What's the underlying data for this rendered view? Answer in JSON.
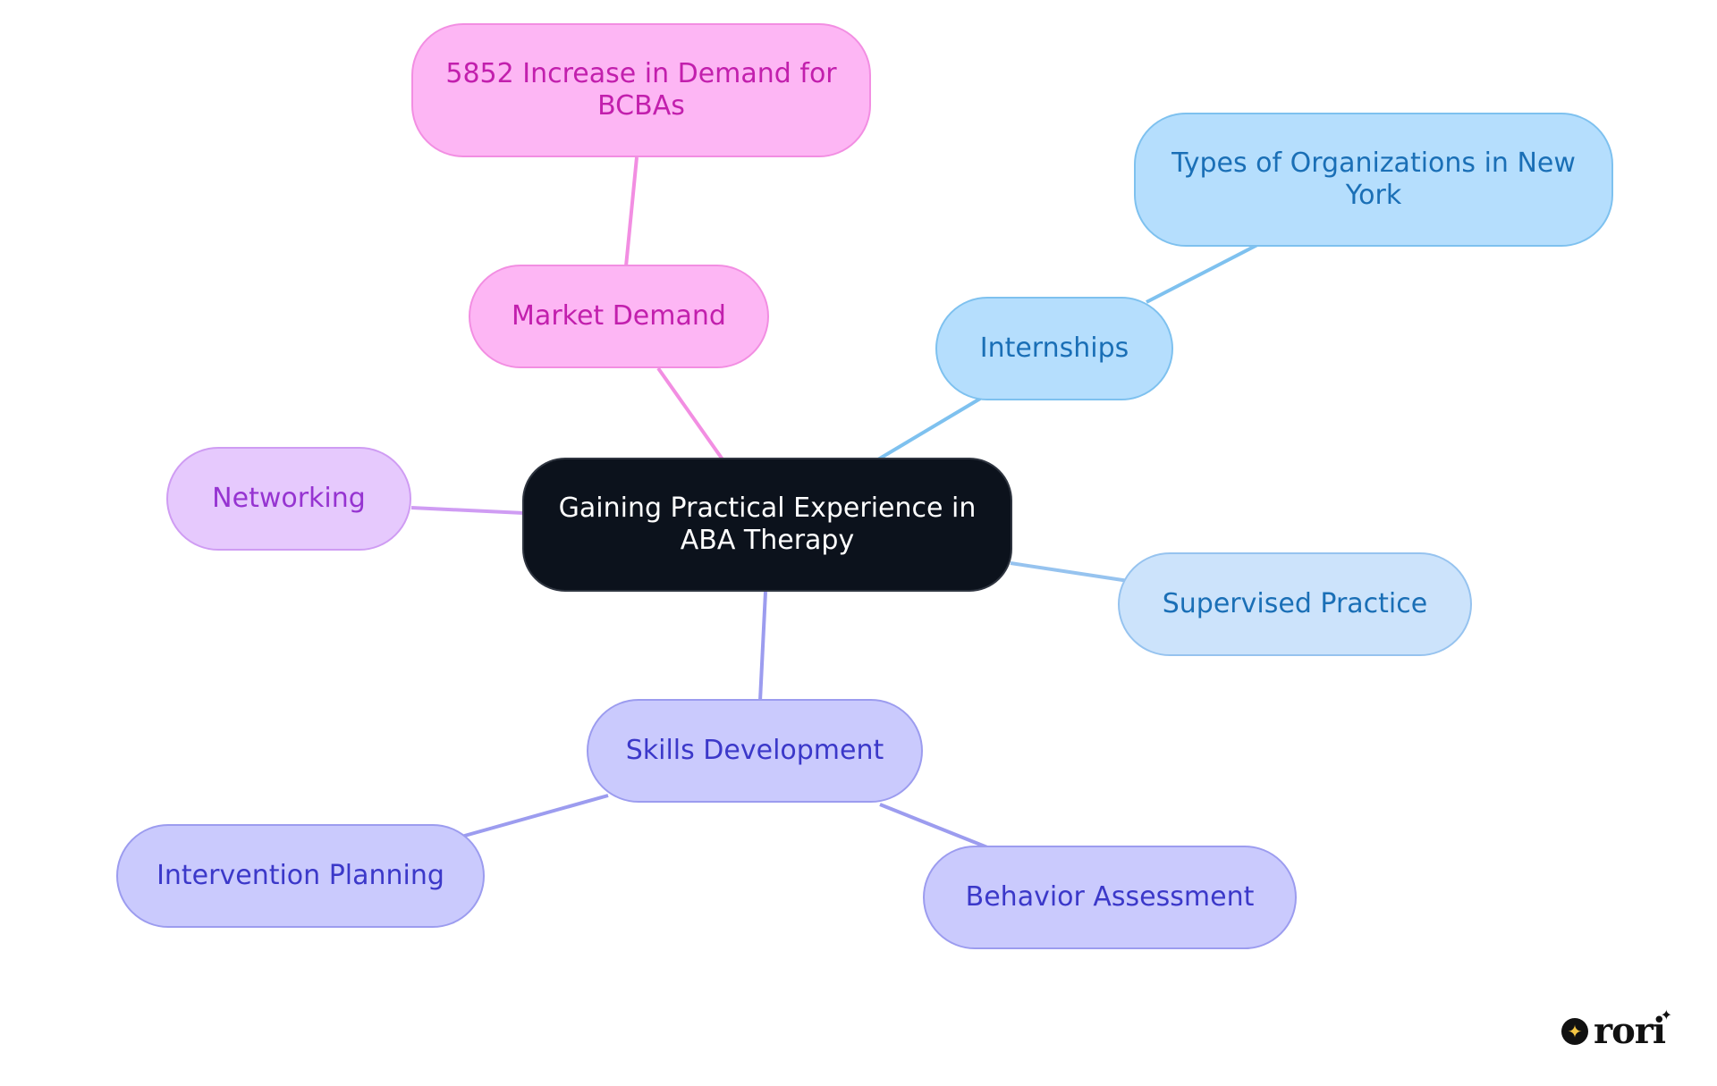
{
  "diagram": {
    "root": {
      "label": "Gaining Practical Experience in ABA Therapy"
    },
    "nodes": {
      "market_demand": {
        "label": "Market Demand"
      },
      "bcba_demand": {
        "label": "5852 Increase in Demand for BCBAs"
      },
      "internships": {
        "label": "Internships"
      },
      "organizations": {
        "label": "Types of Organizations in New York"
      },
      "supervised_practice": {
        "label": "Supervised Practice"
      },
      "networking": {
        "label": "Networking"
      },
      "skills_development": {
        "label": "Skills Development"
      },
      "intervention_planning": {
        "label": "Intervention Planning"
      },
      "behavior_assessment": {
        "label": "Behavior Assessment"
      }
    },
    "edges": [
      {
        "from": "root",
        "to": "market_demand",
        "color": "#f28ee2"
      },
      {
        "from": "market_demand",
        "to": "bcba_demand",
        "color": "#f28ee2"
      },
      {
        "from": "root",
        "to": "internships",
        "color": "#7ec1ef"
      },
      {
        "from": "internships",
        "to": "organizations",
        "color": "#7ec1ef"
      },
      {
        "from": "root",
        "to": "supervised_practice",
        "color": "#96c3ef"
      },
      {
        "from": "root",
        "to": "networking",
        "color": "#cf9cf3"
      },
      {
        "from": "root",
        "to": "skills_development",
        "color": "#9c9cef"
      },
      {
        "from": "skills_development",
        "to": "intervention_planning",
        "color": "#9c9cef"
      },
      {
        "from": "skills_development",
        "to": "behavior_assessment",
        "color": "#9c9cef"
      }
    ],
    "colors": {
      "root_fill": "#0c121c",
      "pink": "#fdb6f4",
      "blue": "#b5defd",
      "light_blue": "#cce3fb",
      "purple": "#e6c9fd",
      "indigo": "#cacafd"
    }
  },
  "brand": {
    "logo_text": "rori",
    "icon": "star-icon"
  }
}
